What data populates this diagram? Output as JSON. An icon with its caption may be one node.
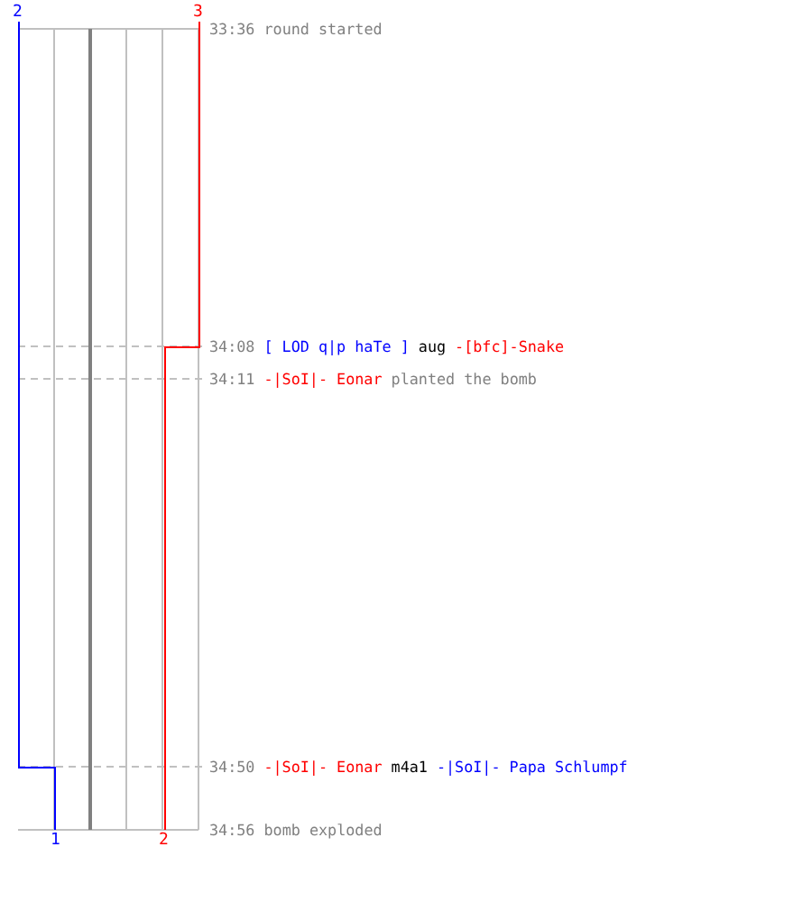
{
  "diagram": {
    "labels": [
      "2",
      "3",
      "33:36 round started",
      "34:08",
      "[ LOD q|p haTe ]",
      "aug",
      "-[bfc]-Snake",
      "34:11",
      "-|SoI|- Eonar",
      "planted the bomb",
      "34:50",
      "-|SoI|- Eonar",
      "m4a1",
      "-|SoI|- Papa Schlumpf",
      "1",
      "2",
      "34:56 bomb exploded"
    ]
  }
}
